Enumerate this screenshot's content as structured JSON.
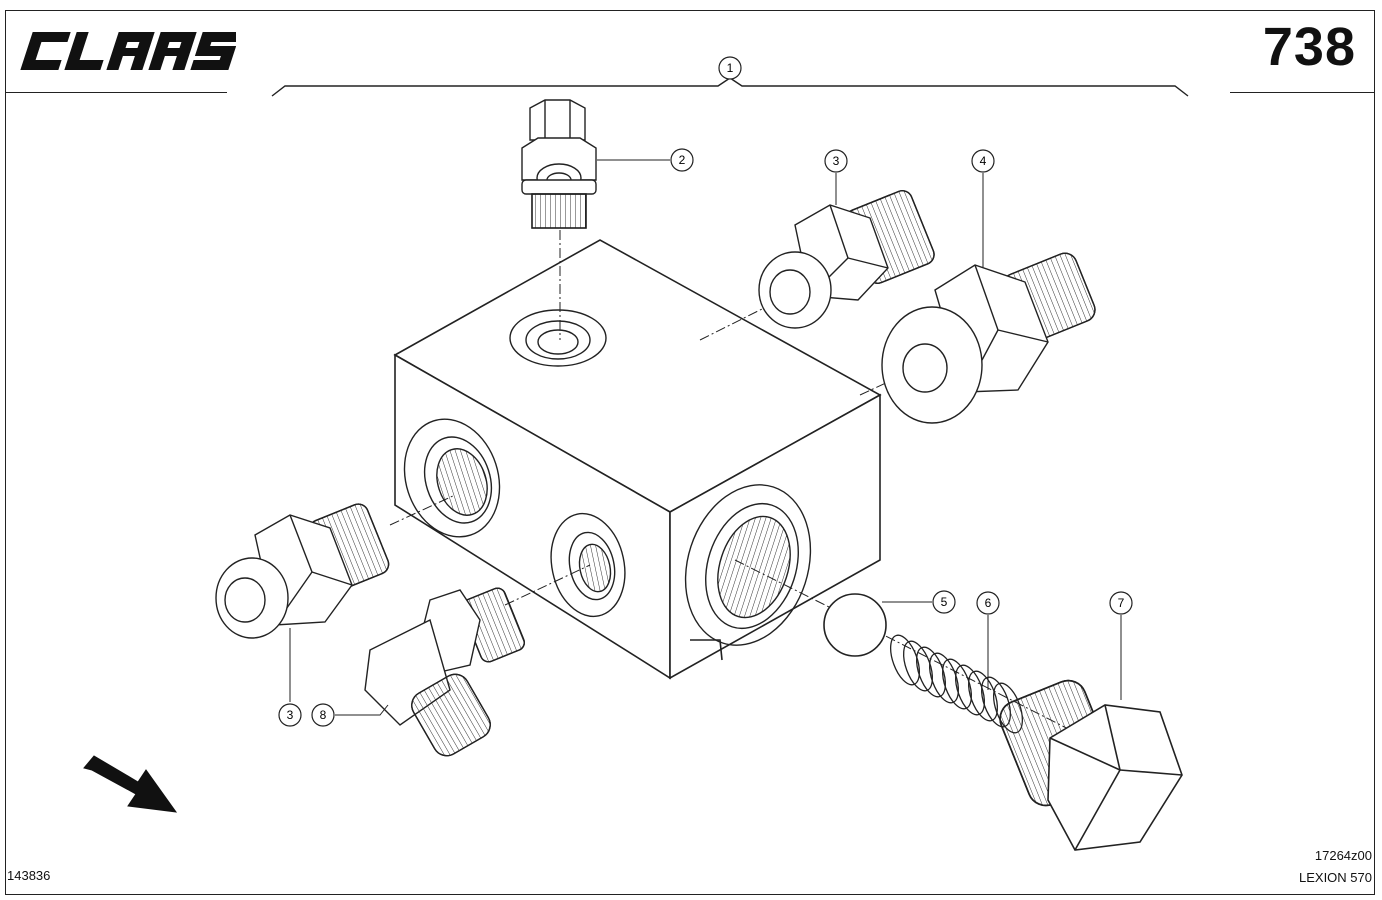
{
  "header": {
    "brand": "CLAAS",
    "page_number": "738"
  },
  "footer": {
    "catalog_number": "143836",
    "drawing_number": "17264z00",
    "model": "LEXION 570"
  },
  "callouts": [
    {
      "id": "c1",
      "label": "1"
    },
    {
      "id": "c2",
      "label": "2"
    },
    {
      "id": "c3a",
      "label": "3"
    },
    {
      "id": "c4",
      "label": "4"
    },
    {
      "id": "c5",
      "label": "5"
    },
    {
      "id": "c6",
      "label": "6"
    },
    {
      "id": "c7",
      "label": "7"
    },
    {
      "id": "c3b",
      "label": "3"
    },
    {
      "id": "c8",
      "label": "8"
    }
  ],
  "icons": {
    "direction_arrow": "arrow-down-right-icon",
    "logo": "claas-logo"
  }
}
